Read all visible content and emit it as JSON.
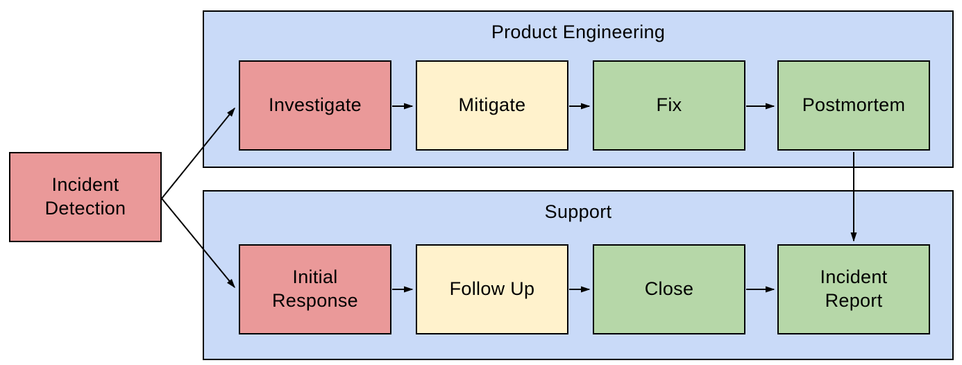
{
  "diagram": {
    "type": "flowchart",
    "start_node": {
      "label": "Incident Detection",
      "color": "red"
    },
    "lanes": [
      {
        "title": "Product Engineering",
        "boxes": [
          {
            "label": "Investigate",
            "color": "red"
          },
          {
            "label": "Mitigate",
            "color": "yellow"
          },
          {
            "label": "Fix",
            "color": "green"
          },
          {
            "label": "Postmortem",
            "color": "green"
          }
        ]
      },
      {
        "title": "Support",
        "boxes": [
          {
            "label": "Initial Response",
            "color": "red"
          },
          {
            "label": "Follow Up",
            "color": "yellow"
          },
          {
            "label": "Close",
            "color": "green"
          },
          {
            "label": "Incident Report",
            "color": "green"
          }
        ]
      }
    ],
    "connections": [
      {
        "from": "Incident Detection",
        "to": "Investigate"
      },
      {
        "from": "Incident Detection",
        "to": "Initial Response"
      },
      {
        "from": "Investigate",
        "to": "Mitigate"
      },
      {
        "from": "Mitigate",
        "to": "Fix"
      },
      {
        "from": "Fix",
        "to": "Postmortem"
      },
      {
        "from": "Postmortem",
        "to": "Incident Report"
      },
      {
        "from": "Initial Response",
        "to": "Follow Up"
      },
      {
        "from": "Follow Up",
        "to": "Close"
      },
      {
        "from": "Close",
        "to": "Incident Report"
      }
    ]
  },
  "colors": {
    "red": "#ea9999",
    "yellow": "#fff2cc",
    "green": "#b6d7a8",
    "lane": "#c9daf8",
    "border": "#000000",
    "arrow": "#000000"
  }
}
